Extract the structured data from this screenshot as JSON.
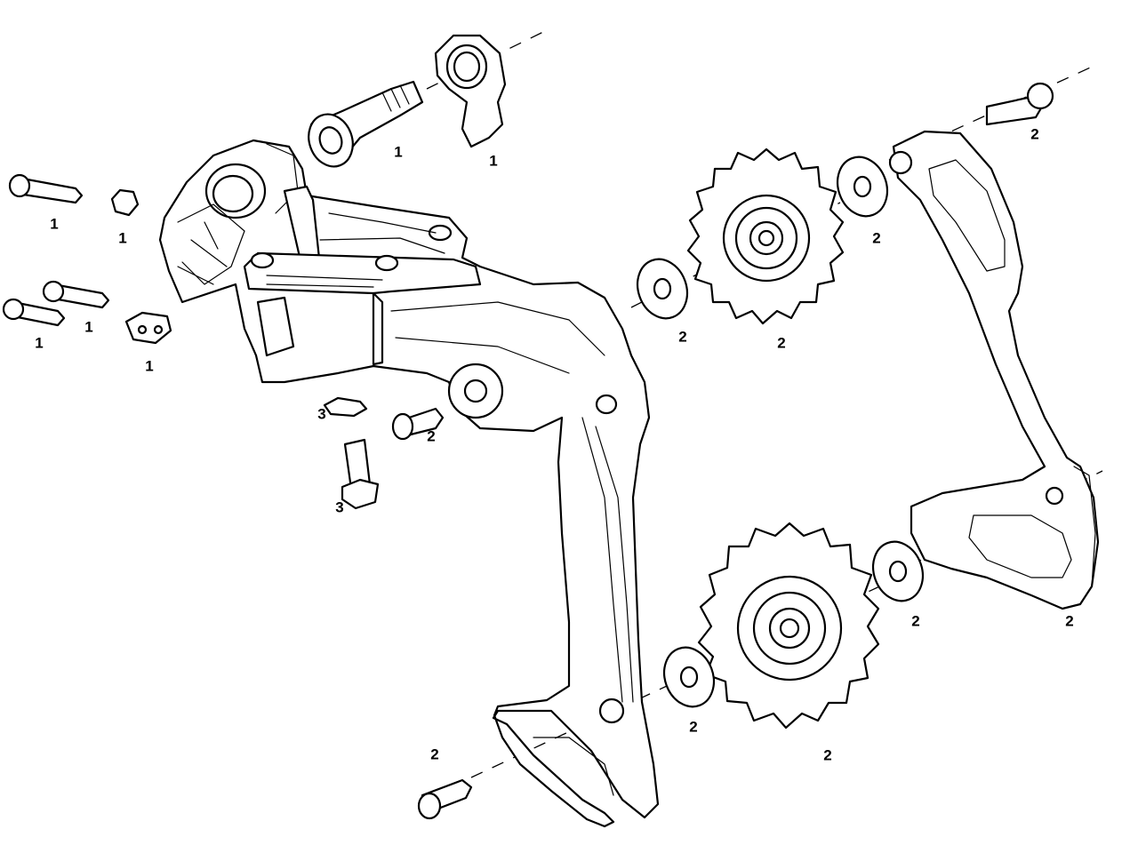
{
  "callouts": {
    "limit_screw_long_top": "1",
    "limit_screw_washer": "1",
    "b_tension_screw": "1",
    "b_tension_screw_short": "1",
    "cable_clamp_block": "1",
    "mounting_bolt": "1",
    "derailleur_hanger": "1",
    "cable_pinch_washer": "3",
    "cage_pivot_bolt": "2",
    "cable_anchor_bolt": "3",
    "upper_pulley_washer_front": "2",
    "upper_pulley": "2",
    "upper_pulley_washer_back": "2",
    "outer_cage_bolt": "2",
    "outer_cage_plate": "2",
    "lower_pulley_washer_back": "2",
    "lower_pulley_washer_front": "2",
    "lower_pulley": "2",
    "lower_cage_bolt": "2"
  },
  "colors": {
    "line": "#000000",
    "background": "#ffffff"
  }
}
